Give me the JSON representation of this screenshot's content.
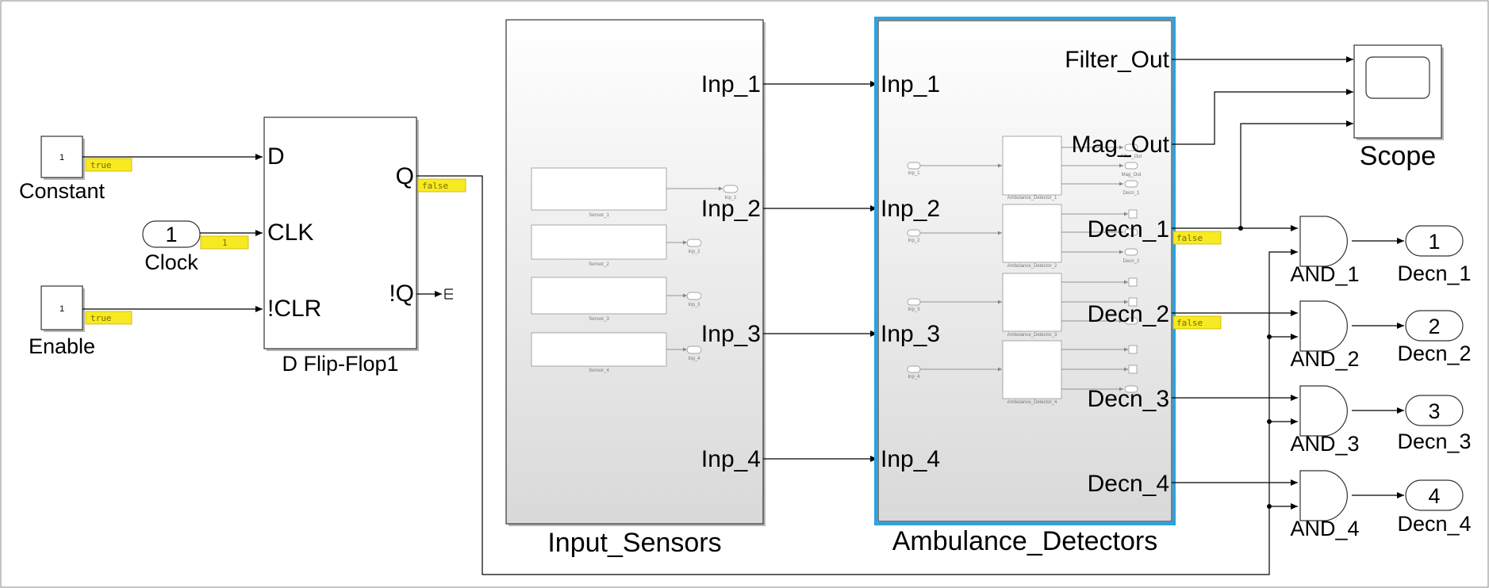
{
  "diagram": {
    "blocks": {
      "constant": {
        "value": "1",
        "label": "Constant",
        "signal": "true"
      },
      "clock": {
        "value": "1",
        "label": "Clock",
        "signal": "1"
      },
      "enable": {
        "value": "1",
        "label": "Enable",
        "signal": "true"
      },
      "flipflop": {
        "label": "D Flip-Flop1",
        "ports": {
          "d": "D",
          "clk": "CLK",
          "clr": "!CLR",
          "q": "Q",
          "nq": "!Q"
        },
        "q_signal": "false"
      },
      "input_sensors": {
        "label": "Input_Sensors",
        "ports": [
          "Inp_1",
          "Inp_2",
          "Inp_3",
          "Inp_4"
        ],
        "inner_blocks": [
          "Sensor_1",
          "Sensor_2",
          "Sensor_3",
          "Sensor_4"
        ],
        "inner_ports": [
          "Inp_1",
          "Inp_2",
          "Inp_3",
          "Inp_4"
        ]
      },
      "ambulance_detectors": {
        "label": "Ambulance_Detectors",
        "in_ports": [
          "Inp_1",
          "Inp_2",
          "Inp_3",
          "Inp_4"
        ],
        "out_ports": [
          "Filter_Out",
          "Mag_Out",
          "Decn_1",
          "Decn_2",
          "Decn_3",
          "Decn_4"
        ],
        "inner_blocks": [
          "Ambulance_Detector_1",
          "Ambulance_Detector_2",
          "Ambulance_Detector_3",
          "Ambulance_Detector_4"
        ],
        "inner_inputs": [
          "Inp_1",
          "Inp_2",
          "Inp_3",
          "Inp_4"
        ],
        "inner_outputs": [
          "Filter_Out",
          "Mag_Out",
          "Decn_1",
          "Decn_2",
          "Decn_3",
          "Decn_4"
        ],
        "decn1_signal": "false",
        "decn2_signal": "false"
      },
      "scope": {
        "label": "Scope"
      },
      "and_gates": [
        "AND_1",
        "AND_2",
        "AND_3",
        "AND_4"
      ],
      "outports": [
        {
          "number": "1",
          "label": "Decn_1"
        },
        {
          "number": "2",
          "label": "Decn_2"
        },
        {
          "number": "3",
          "label": "Decn_3"
        },
        {
          "number": "4",
          "label": "Decn_4"
        }
      ]
    },
    "colors": {
      "selection": "#2aa3e0",
      "signal_tag": "#f7ea22"
    }
  }
}
